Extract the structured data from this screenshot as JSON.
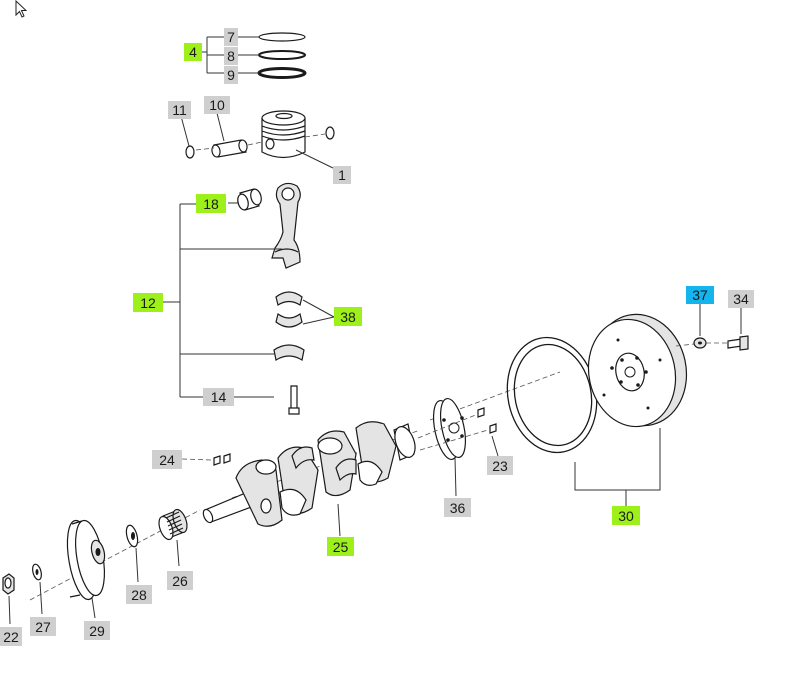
{
  "colors": {
    "callout_default": "#cfcfcf",
    "callout_green": "#9ef01a",
    "callout_blue": "#14b4ec"
  },
  "callouts": {
    "c1": "1",
    "c4": "4",
    "c7": "7",
    "c8": "8",
    "c9": "9",
    "c10": "10",
    "c11": "11",
    "c12": "12",
    "c14": "14",
    "c18": "18",
    "c22": "22",
    "c23": "23",
    "c24": "24",
    "c25": "25",
    "c26": "26",
    "c27": "27",
    "c28": "28",
    "c29": "29",
    "c30": "30",
    "c34": "34",
    "c36": "36",
    "c37": "37",
    "c38": "38"
  },
  "highlighted": {
    "green": [
      "4",
      "18",
      "12",
      "38",
      "25",
      "30"
    ],
    "blue": [
      "37"
    ]
  },
  "cursor_icon": "arrow-cursor-icon"
}
